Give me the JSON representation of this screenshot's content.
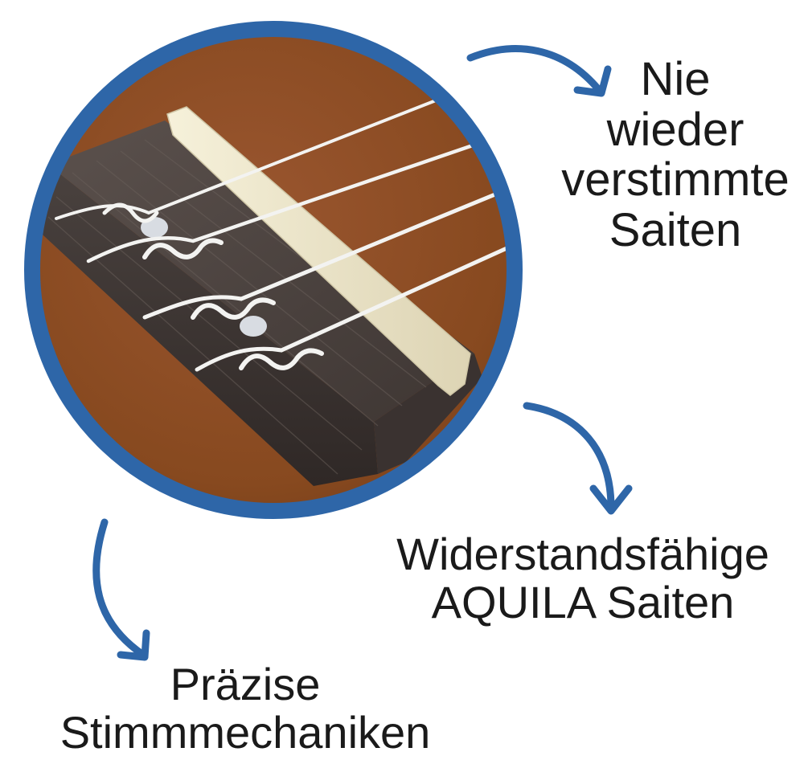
{
  "colors": {
    "ring": "#2e66a8",
    "arrow": "#2e66a8",
    "wood_body": "#8a4a22",
    "bridge_wood": "#4a413e",
    "saddle": "#eee8cf",
    "strings": "#f2f2f0",
    "text": "#1a1a1a"
  },
  "icons": {
    "arrow_top": "curved-arrow-right-down-icon",
    "arrow_right": "curved-arrow-down-icon",
    "arrow_bottom": "curved-arrow-down-right-icon"
  },
  "labels": {
    "top": {
      "line1": "Nie",
      "line2": "wieder",
      "line3": "verstimmte",
      "line4": "Saiten"
    },
    "right": {
      "line1": "Widerstandsfähige",
      "line2": "AQUILA Saiten"
    },
    "bottom": {
      "line1": "Präzise",
      "line2": "Stimmmechaniken"
    }
  }
}
